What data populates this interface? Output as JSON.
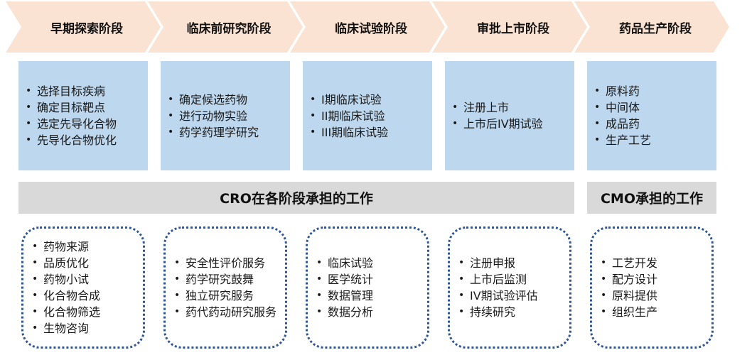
{
  "stages": [
    {
      "label": "早期探索阶段"
    },
    {
      "label": "临床前研究阶段"
    },
    {
      "label": "临床试验阶段"
    },
    {
      "label": "审批上市阶段"
    },
    {
      "label": "药品生产阶段"
    }
  ],
  "stage_details": [
    {
      "items": [
        "选择目标疾病",
        "确定目标靶点",
        "选定先导化合物",
        "先导化合物优化"
      ]
    },
    {
      "items": [
        "确定候选药物",
        "进行动物实验",
        "药学药理学研究"
      ]
    },
    {
      "items": [
        "I期临床试验",
        "II期临床试验",
        "III期临床试验"
      ]
    },
    {
      "items": [
        "注册上市",
        "上市后IV期试验"
      ]
    },
    {
      "items": [
        "原料药",
        "中间体",
        "成品药",
        "生产工艺"
      ]
    }
  ],
  "bands": {
    "cro": "CRO在各阶段承担的工作",
    "cmo": "CMO承担的工作"
  },
  "services": [
    {
      "items": [
        "药物来源",
        "品质优化",
        "药物小试",
        "化合物合成",
        "化合物筛选",
        "生物咨询"
      ]
    },
    {
      "items": [
        "安全性评价服务",
        "药学研究鼓舞",
        "独立研究服务",
        "药代药动研究服务"
      ]
    },
    {
      "items": [
        "临床试验",
        "医学统计",
        "数据管理",
        "数据分析"
      ]
    },
    {
      "items": [
        "注册申报",
        "上市后监测",
        "IV期试验评估",
        "持续研究"
      ]
    },
    {
      "items": [
        "工艺开发",
        "配方设计",
        "原料提供",
        "组织生产"
      ]
    }
  ],
  "colors": {
    "arrow": "#fbe3d3",
    "detail_box": "#bdd7ee",
    "band": "#d9d9d9",
    "dotted_border": "#2f5597"
  }
}
